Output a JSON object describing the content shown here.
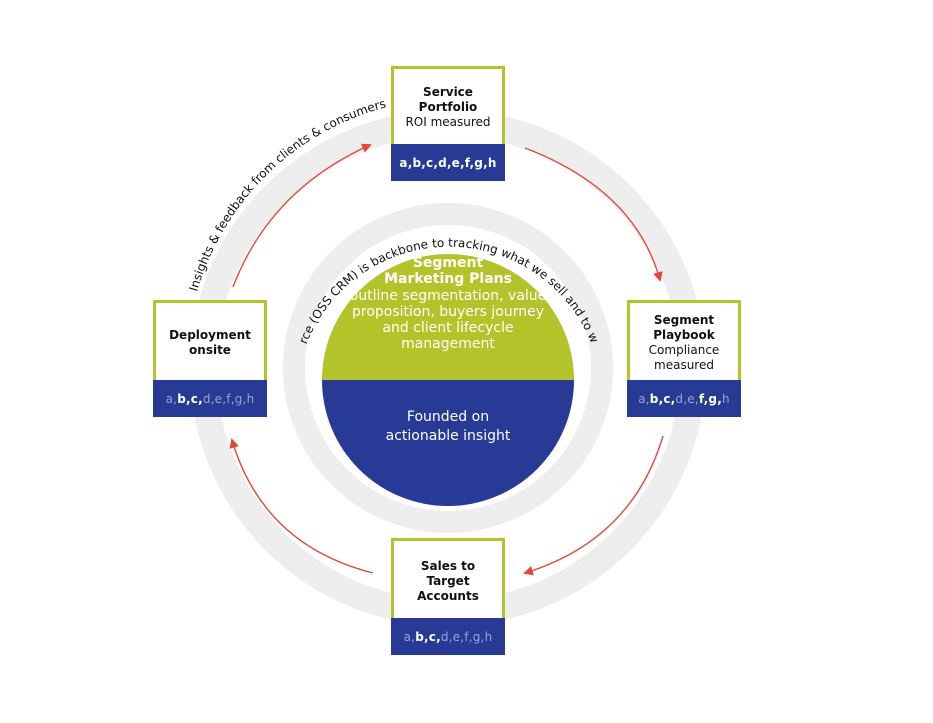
{
  "arc_labels": {
    "outer": "Insights & feedback from clients & consumers",
    "inner": "SoForce (OSS CRM) is backbone to tracking what we sell and to whom"
  },
  "center": {
    "title_line1": "Segment",
    "title_line2": "Marketing Plans",
    "desc_lines": [
      "outline segmentation, value",
      "proposition, buyers journey",
      "and client lifecycle",
      "management"
    ],
    "bottom_line1": "Founded on",
    "bottom_line2": "actionable insight"
  },
  "nodes": {
    "service": {
      "title_lines": [
        "Service",
        "Portfolio"
      ],
      "subtitle_lines": [
        "ROI measured"
      ],
      "letters": [
        {
          "t": "a,",
          "on": true
        },
        {
          "t": "b,",
          "on": true
        },
        {
          "t": "c,",
          "on": true
        },
        {
          "t": "d,",
          "on": true
        },
        {
          "t": "e,",
          "on": true
        },
        {
          "t": "f,",
          "on": true
        },
        {
          "t": "g,",
          "on": true
        },
        {
          "t": "h",
          "on": true
        }
      ]
    },
    "playbook": {
      "title_lines": [
        "Segment",
        "Playbook"
      ],
      "subtitle_lines": [
        "Compliance",
        "measured"
      ],
      "letters": [
        {
          "t": "a,",
          "on": false
        },
        {
          "t": "b,",
          "on": true
        },
        {
          "t": "c,",
          "on": true
        },
        {
          "t": "d,",
          "on": false
        },
        {
          "t": "e,",
          "on": false
        },
        {
          "t": "f,",
          "on": true
        },
        {
          "t": "g,",
          "on": true
        },
        {
          "t": "h",
          "on": false
        }
      ]
    },
    "sales": {
      "title_lines": [
        "Sales to",
        "Target",
        "Accounts"
      ],
      "subtitle_lines": [],
      "letters": [
        {
          "t": "a,",
          "on": false
        },
        {
          "t": "b,",
          "on": true
        },
        {
          "t": "c,",
          "on": true
        },
        {
          "t": "d,",
          "on": false
        },
        {
          "t": "e,",
          "on": false
        },
        {
          "t": "f,",
          "on": false
        },
        {
          "t": "g,",
          "on": false
        },
        {
          "t": "h",
          "on": false
        }
      ]
    },
    "deployment": {
      "title_lines": [
        "Deployment",
        "onsite"
      ],
      "subtitle_lines": [],
      "letters": [
        {
          "t": "a,",
          "on": false
        },
        {
          "t": "b,",
          "on": true
        },
        {
          "t": "c,",
          "on": true
        },
        {
          "t": "d,",
          "on": false
        },
        {
          "t": "e,",
          "on": false
        },
        {
          "t": "f,",
          "on": false
        },
        {
          "t": "g,",
          "on": false
        },
        {
          "t": "h",
          "on": false
        }
      ]
    }
  },
  "colors": {
    "lime": "#b5c32a",
    "navy": "#263a96",
    "ring": "#eeeeee",
    "arrow": "#e5483b",
    "band_dim": "#9aa4cf"
  }
}
